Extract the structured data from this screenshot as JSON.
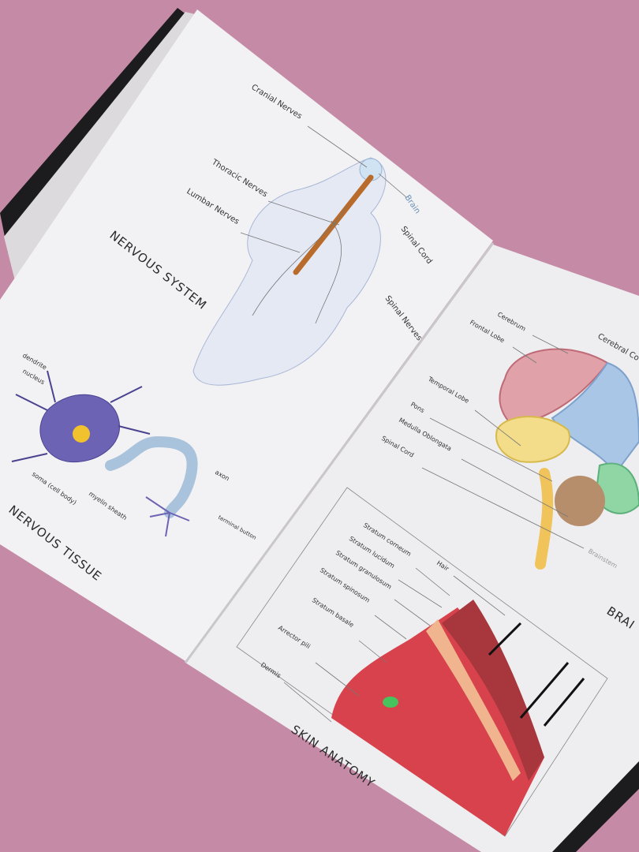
{
  "nervous_system": {
    "title": "NERVOUS SYSTEM",
    "labels": [
      "Cranial Nerves",
      "Thoracic Nerves",
      "Lumbar Nerves",
      "Brain",
      "Spinal Cord",
      "Spinal Nerves"
    ]
  },
  "nervous_tissue": {
    "title": "NERVOUS TISSUE",
    "labels": [
      "dendrite",
      "nucleus",
      "soma (cell body)",
      "myelin sheath",
      "axon",
      "terminal button"
    ]
  },
  "brain": {
    "title": "BRAI",
    "labels": [
      "Cerebrum",
      "Frontal Lobe",
      "Cerebral Co",
      "Temporal Lobe",
      "Pons",
      "Medulla Oblongata",
      "Spinal Cord",
      "Brainstem"
    ]
  },
  "skin_anatomy": {
    "title": "SKIN ANATOMY",
    "labels": [
      "Stratum corneum",
      "Stratum lucidum",
      "Stratum granulosum",
      "Stratum spinosum",
      "Stratum basale",
      "Hair",
      "Arrector pili",
      "Dermis"
    ]
  },
  "colors": {
    "background": "#c58aa6",
    "page": "#f1f0f2",
    "cover": "#1c1c1e"
  }
}
